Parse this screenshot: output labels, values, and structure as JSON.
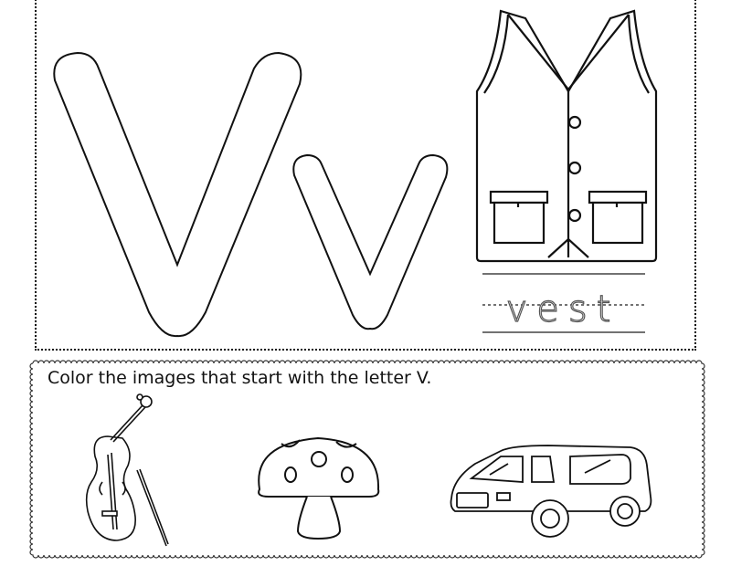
{
  "worksheet": {
    "letter_upper": "V",
    "letter_lower": "v",
    "tracing_word": "vest",
    "instruction": "Color the images that start with the letter V.",
    "pictures": [
      {
        "name": "vest",
        "starts_with_v": true
      },
      {
        "name": "violin",
        "starts_with_v": true
      },
      {
        "name": "mushroom",
        "starts_with_v": false
      },
      {
        "name": "van",
        "starts_with_v": true
      }
    ]
  },
  "colors": {
    "ink": "#111111",
    "paper": "#ffffff",
    "trace_gray": "#555555"
  }
}
